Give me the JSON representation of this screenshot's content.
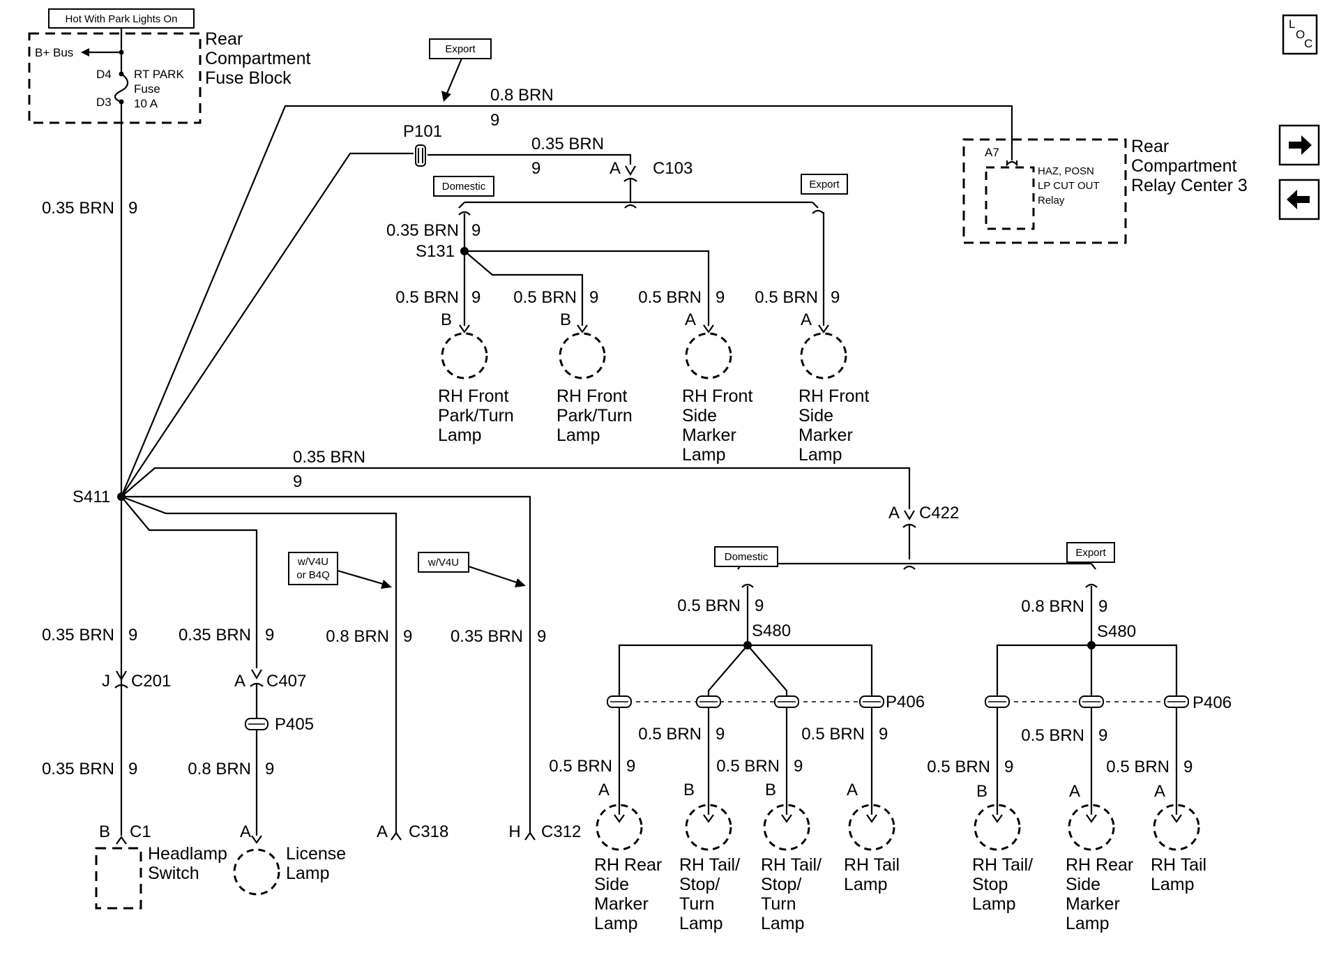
{
  "top_label": "Hot With Park Lights On",
  "fuse_block": {
    "title": [
      "Rear",
      "Compartment",
      "Fuse Block"
    ],
    "bus": "B+ Bus",
    "pin_in": "D4",
    "pin_out": "D3",
    "fuse_name": [
      "RT PARK",
      "Fuse",
      "10 A"
    ]
  },
  "relay_center": {
    "title": [
      "Rear",
      "Compartment",
      "Relay Center 3"
    ],
    "pin": "A7",
    "relay_name": [
      "HAZ, POSN",
      "LP CUT OUT",
      "Relay"
    ]
  },
  "option_labels": {
    "export": "Export",
    "domestic": "Domestic",
    "v4u_b4q": [
      "w/V4U",
      "or B4Q"
    ],
    "v4u": "w/V4U"
  },
  "splices": {
    "s411": "S411",
    "s131": "S131",
    "s480": "S480"
  },
  "connectors": {
    "p101": "P101",
    "c103": "C103",
    "c422": "C422",
    "c201": "C201",
    "c407": "C407",
    "p405": "P405",
    "c1": "C1",
    "c318": "C318",
    "c312": "C312",
    "p406": "P406"
  },
  "pins": {
    "a": "A",
    "b": "B",
    "j": "J",
    "h": "H"
  },
  "wires": {
    "w08": "0.8 BRN",
    "w035": "0.35 BRN",
    "w05": "0.5 BRN",
    "circuit": "9"
  },
  "components": {
    "rh_front_park_turn": [
      "RH Front",
      "Park/Turn",
      "Lamp"
    ],
    "rh_front_side_marker": [
      "RH Front",
      "Side",
      "Marker",
      "Lamp"
    ],
    "rh_rear_side_marker": [
      "RH Rear",
      "Side",
      "Marker",
      "Lamp"
    ],
    "rh_tail_stop_turn": [
      "RH Tail/",
      "Stop/",
      "Turn",
      "Lamp"
    ],
    "rh_tail": [
      "RH Tail",
      "Lamp"
    ],
    "rh_tail_stop": [
      "RH Tail/",
      "Stop",
      "Lamp"
    ],
    "headlamp_switch": [
      "Headlamp",
      "Switch"
    ],
    "license_lamp": [
      "License",
      "Lamp"
    ]
  },
  "loc_icon": {
    "big": "L",
    "sub1": "O",
    "sub2": "C"
  }
}
